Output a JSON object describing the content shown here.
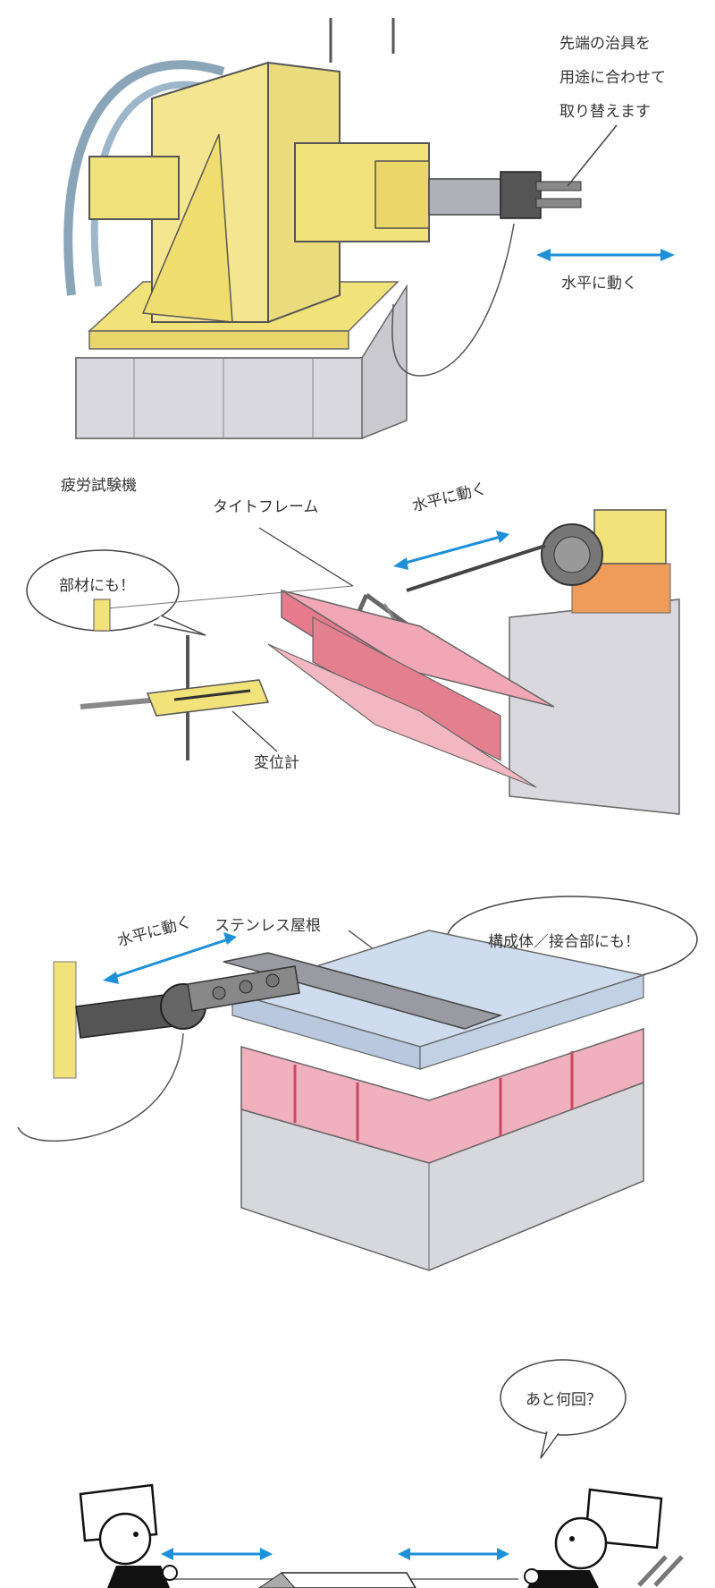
{
  "panel1": {
    "note_lines": [
      "先端の治具を",
      "用途に合わせて",
      "取り替えます"
    ],
    "move_label": "水平に動く",
    "caption": "疲労試験機"
  },
  "panel2": {
    "bubble": "部材にも！",
    "tie_frame": "タイトフレーム",
    "move_label": "水平に動く",
    "displacement_meter": "変位計"
  },
  "panel3": {
    "roof_label": "ステンレス屋根",
    "bubble": "構成体／接合部にも！",
    "move_label": "水平に動く"
  },
  "panel4": {
    "bubble": "あと何回？"
  },
  "colors": {
    "arrow_blue": "#1e90d8",
    "machine_yellow": "#f2e27a",
    "beam_red": "#e77a8c",
    "base_gray": "#c9c9cf",
    "roof_blue": "#cfdced"
  }
}
